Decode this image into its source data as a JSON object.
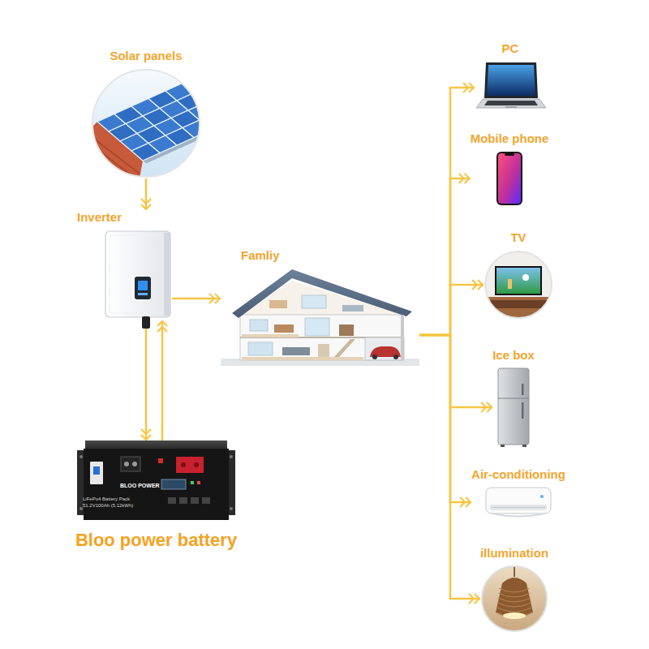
{
  "diagram": {
    "nodes": [
      {
        "text": [
          "Solar panels"
        ]
      },
      {
        "text": [
          "Inverter"
        ]
      },
      {
        "text": [
          "Famliy"
        ]
      },
      {
        "text": [
          "PC"
        ]
      },
      {
        "text": [
          "Mobile phone"
        ]
      },
      {
        "text": [
          "TV"
        ]
      },
      {
        "text": [
          "Ice box"
        ]
      },
      {
        "text": [
          "Air-conditioning"
        ]
      },
      {
        "text": [
          "illumination"
        ]
      },
      {
        "text": [
          "Bloo power battery"
        ]
      }
    ],
    "edges": [
      {
        "from": 0,
        "to": 1,
        "arrow": "to"
      },
      {
        "from": 1,
        "to": 9,
        "arrow": "to"
      },
      {
        "from": 9,
        "to": 1,
        "arrow": "to"
      },
      {
        "from": 1,
        "to": 2,
        "arrow": "to"
      },
      {
        "from": 2,
        "to": 3,
        "arrow": "to"
      },
      {
        "from": 2,
        "to": 4,
        "arrow": "to"
      },
      {
        "from": 2,
        "to": 5,
        "arrow": "to"
      },
      {
        "from": 2,
        "to": 6,
        "arrow": "to"
      },
      {
        "from": 2,
        "to": 7,
        "arrow": "to"
      },
      {
        "from": 2,
        "to": 8,
        "arrow": "to"
      }
    ],
    "labels": [
      "BLOO POWER",
      "LiFePo4 Battery Pack",
      "51.2V100Ah (5.12kWh)"
    ]
  }
}
